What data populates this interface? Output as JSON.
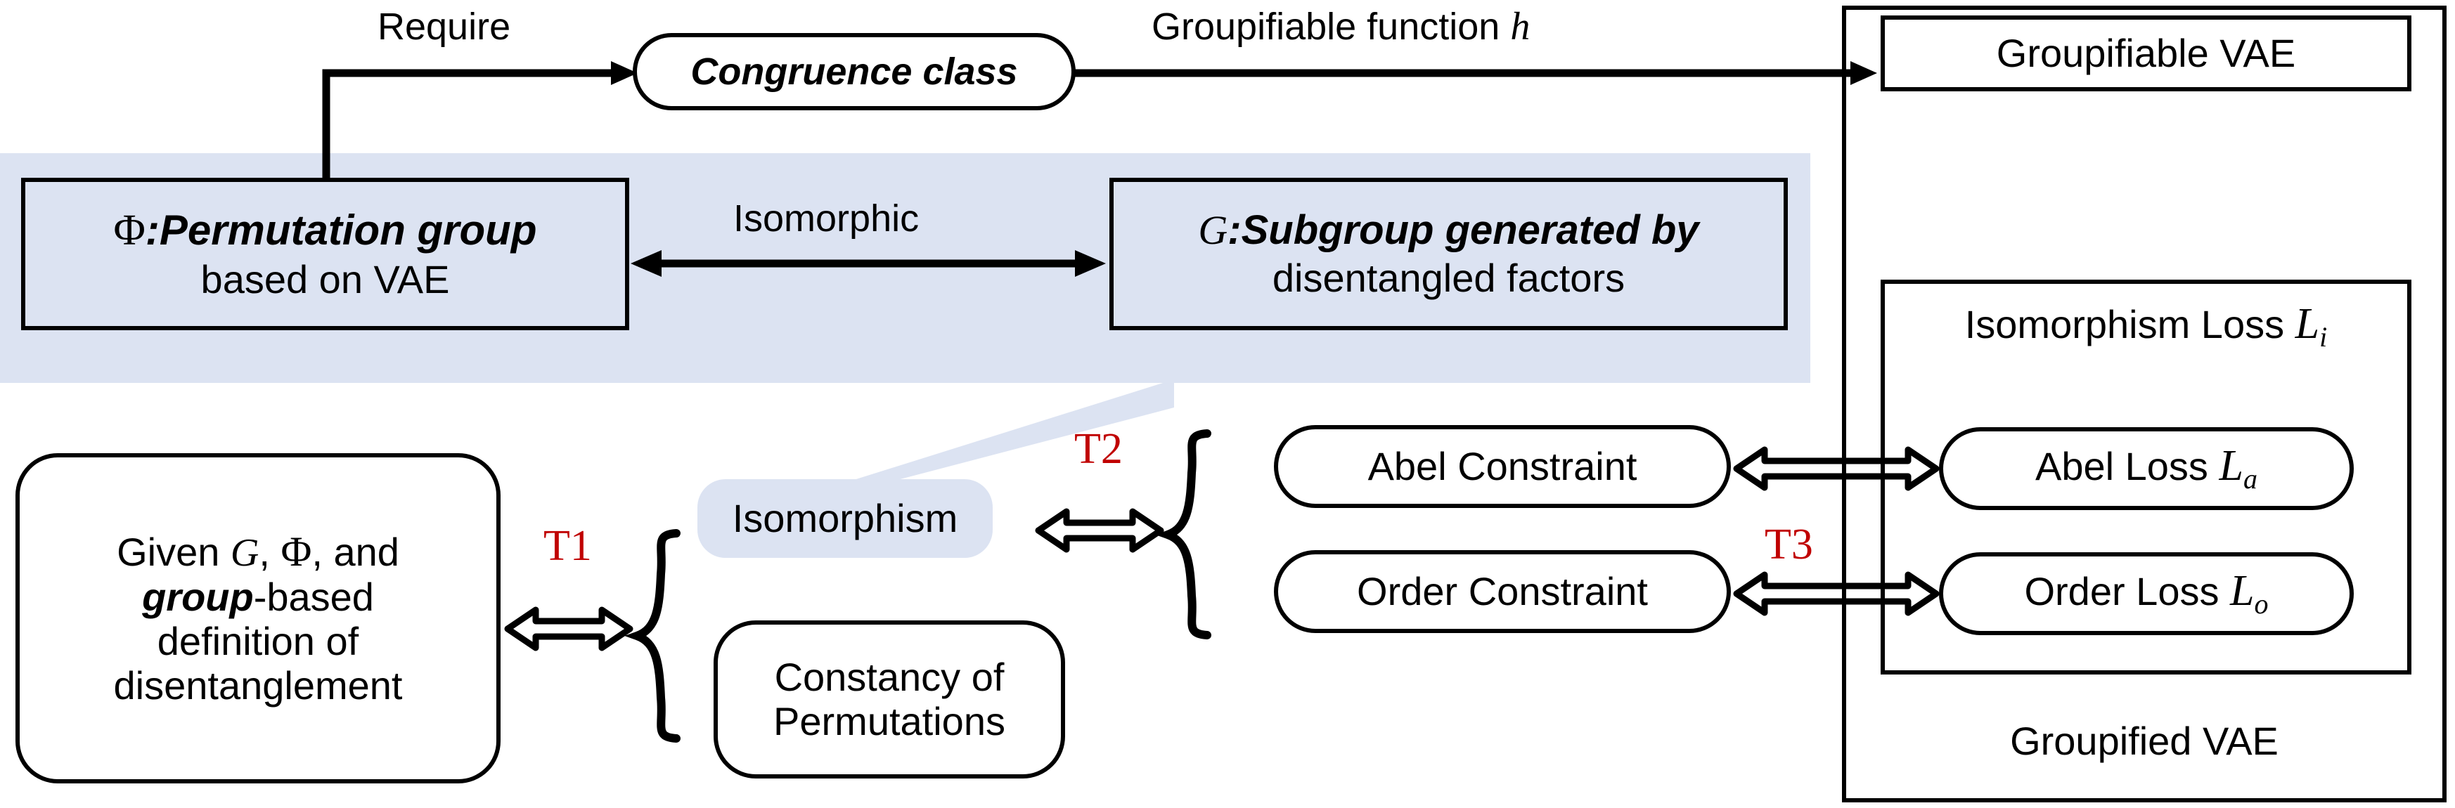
{
  "title": "Groupified VAE framework overview diagram",
  "colors": {
    "band_blue": "#dce3f2",
    "accent_red": "#c00000",
    "stroke": "#000000"
  },
  "edges": {
    "require_label": "Require",
    "groupifiable_function_label": "Groupifiable function",
    "groupifiable_function_symbol": "h",
    "isomorphic_label": "Isomorphic"
  },
  "nodes": {
    "congruence_class": "Congruence class",
    "permutation_group": {
      "symbol": "Φ",
      "colon": ":",
      "emph": "Permutation group",
      "sub": "based on VAE"
    },
    "subgroup": {
      "symbol": "G",
      "colon": ":",
      "emph": "Subgroup generated by",
      "sub": "disentangled factors"
    },
    "definition_box": {
      "line1_pre": "Given ",
      "line1_sym1": "G",
      "line1_comma": ", ",
      "line1_sym2": "Φ",
      "line1_post": ", and",
      "line2_emph": "group",
      "line2_post": "-based",
      "line3": "definition of",
      "line4": "disentanglement"
    },
    "isomorphism_pill": "Isomorphism",
    "constancy_of_permutations": [
      "Constancy of",
      "Permutations"
    ],
    "abel_constraint": "Abel Constraint",
    "order_constraint": "Order Constraint",
    "groupifiable_vae": "Groupifiable VAE",
    "isomorphism_loss": {
      "text": "Isomorphism Loss",
      "symbol": "L",
      "subscript": "i"
    },
    "abel_loss": {
      "text": "Abel Loss",
      "symbol": "L",
      "subscript": "a"
    },
    "order_loss": {
      "text": "Order Loss",
      "symbol": "L",
      "subscript": "o"
    },
    "groupified_vae": "Groupified VAE"
  },
  "theorem_tags": {
    "t1": "T1",
    "t2": "T2",
    "t3": "T3"
  }
}
